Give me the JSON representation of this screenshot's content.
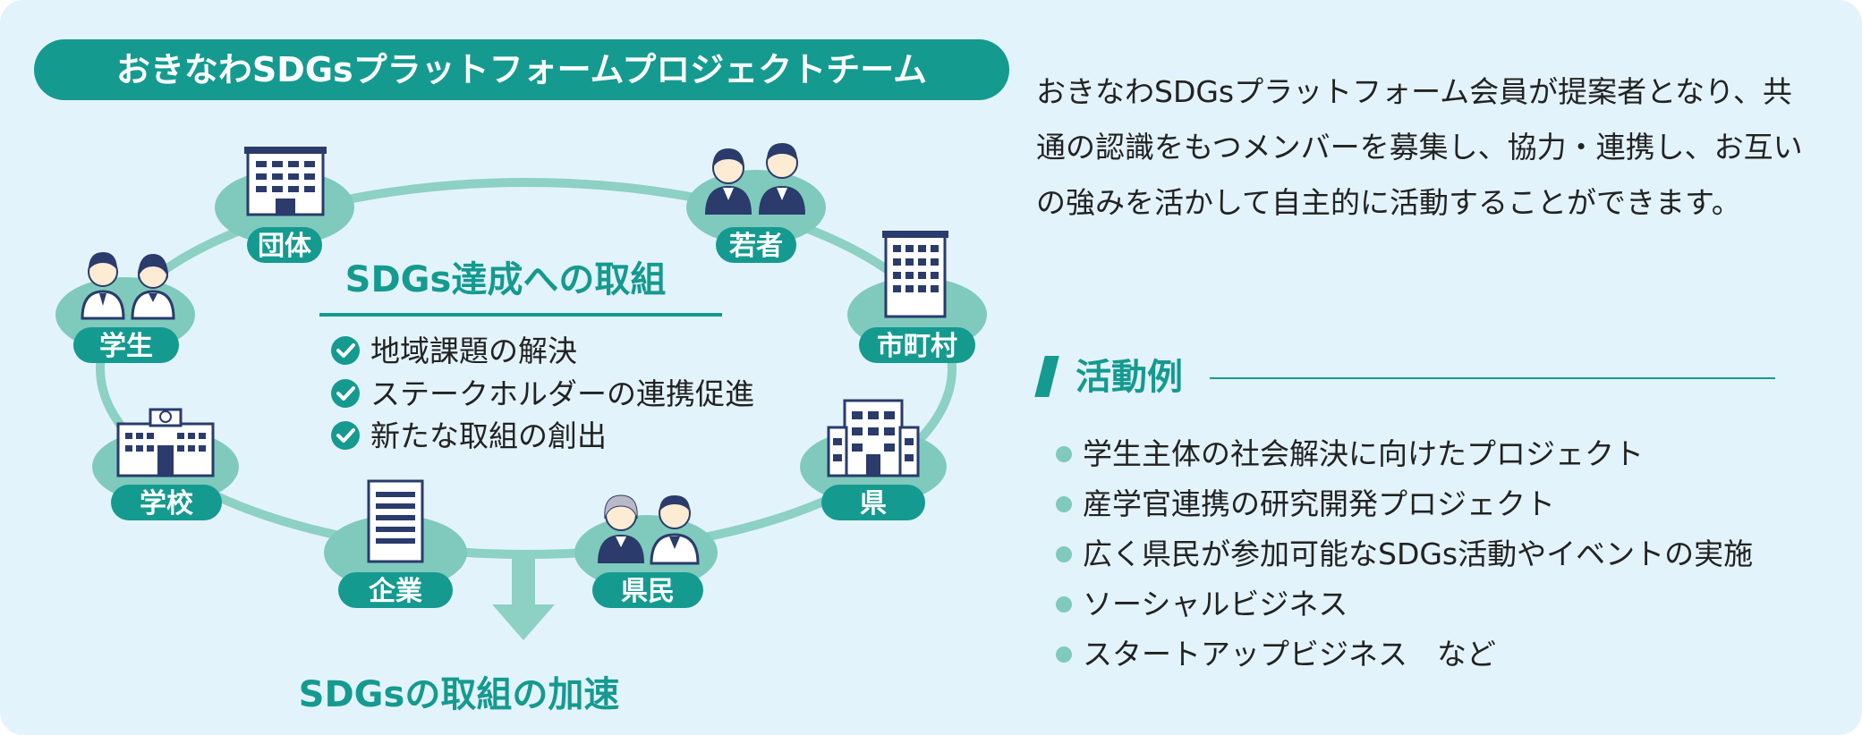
{
  "title": "おきなわSDGsプラットフォームプロジェクトチーム",
  "diagram": {
    "center_title": "SDGs達成への取組",
    "points": [
      "地域課題の解決",
      "ステークホルダーの連携促進",
      "新たな取組の創出"
    ],
    "result": "SDGsの取組の加速",
    "nodes": {
      "dantai": "団体",
      "wakamono": "若者",
      "gakusei": "学生",
      "shichouson": "市町村",
      "gakkou": "学校",
      "ken": "県",
      "kigyou": "企業",
      "kenmin": "県民"
    }
  },
  "description": "おきなわSDGsプラットフォーム会員が提案者となり、共通の認識をもつメンバーを募集し、協力・連携し、お互いの強みを活かして自主的に活動することができます。",
  "examples": {
    "header": "活動例",
    "items": [
      "学生主体の社会解決に向けたプロジェクト",
      "産学官連携の研究開発プロジェクト",
      "広く県民が参加可能なSDGs活動やイベントの実施",
      "ソーシャルビジネス",
      "スタートアップビジネス　など"
    ]
  },
  "colors": {
    "background": "#e3f3fb",
    "primary": "#159a90",
    "node_blob": "#7fcabd",
    "ring": "#8dd0c4",
    "icon_navy": "#2a3b6c"
  }
}
